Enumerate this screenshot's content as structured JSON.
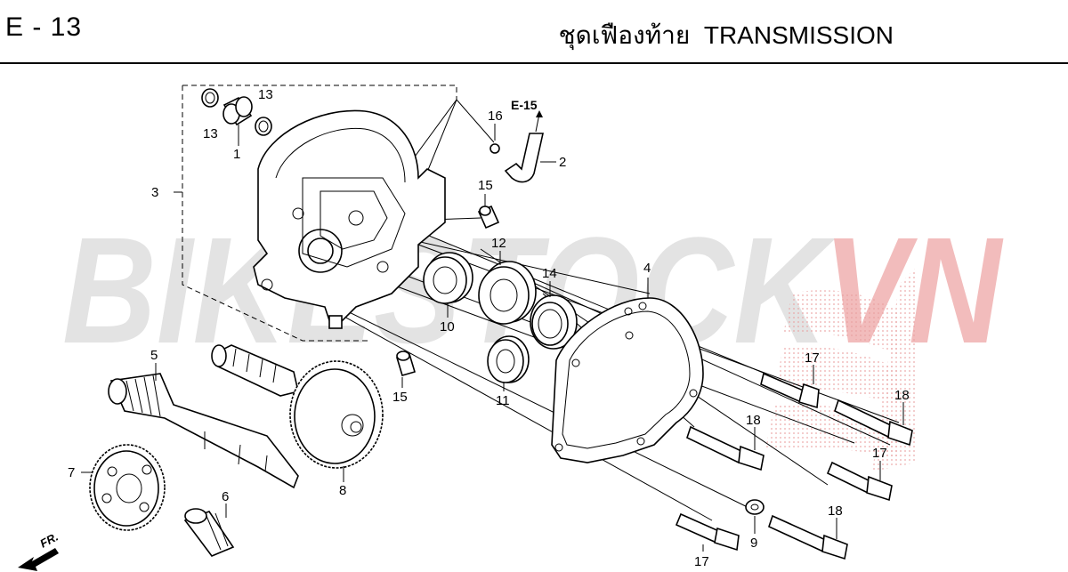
{
  "header": {
    "code": "E - 13",
    "title_th": "ชุดเฟืองท้าย",
    "title_en": "TRANSMISSION"
  },
  "watermark": {
    "text_main": "BIKESTOCK",
    "text_accent": "VN",
    "color_main": "#e6e6e6",
    "color_accent": "#f2b8b8"
  },
  "reference": {
    "label": "E-15"
  },
  "direction": {
    "label": "FR."
  },
  "callouts": {
    "c1": "1",
    "c2": "2",
    "c3": "3",
    "c4": "4",
    "c5": "5",
    "c6": "6",
    "c7": "7",
    "c8": "8",
    "c9": "9",
    "c10": "10",
    "c11": "11",
    "c12": "12",
    "c13a": "13",
    "c13b": "13",
    "c14": "14",
    "c15a": "15",
    "c15b": "15",
    "c16": "16",
    "c17a": "17",
    "c17b": "17",
    "c17c": "17",
    "c18a": "18",
    "c18b": "18",
    "c18c": "18"
  }
}
